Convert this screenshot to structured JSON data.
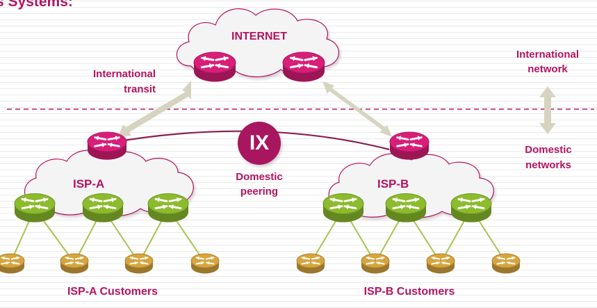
{
  "heading": "s Systems:",
  "internet_label": "INTERNET",
  "isp_a_label": "ISP-A",
  "isp_b_label": "ISP-B",
  "ix_label": "IX",
  "international_transit": [
    "International",
    "transit"
  ],
  "domestic_peering": [
    "Domestic",
    "peering"
  ],
  "international_network": [
    "International",
    "network"
  ],
  "domestic_networks": [
    "Domestic",
    "networks"
  ],
  "isp_a_customers": "ISP-A Customers",
  "isp_b_customers": "ISP-B Customers",
  "colors": {
    "magenta": "#b5135f",
    "router_pink": "#d81e78",
    "router_green": "#8cbb2e",
    "router_gold": "#d7a53e",
    "arrow": "#d6d4c0",
    "cloud": "#f4f4f4"
  },
  "icons": {
    "router": "router-icon",
    "cloud": "cloud-icon",
    "arrow": "double-arrow-icon"
  }
}
